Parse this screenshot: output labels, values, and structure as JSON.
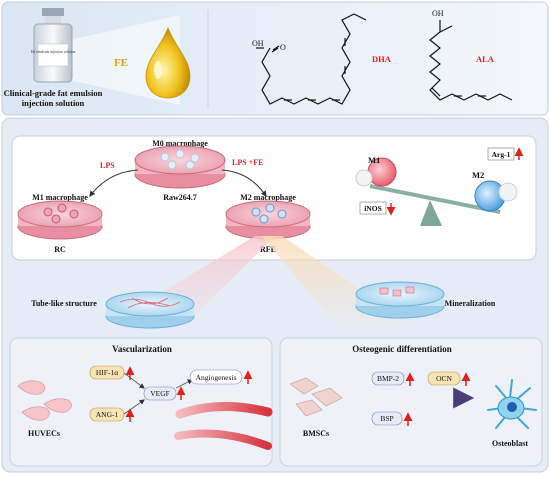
{
  "top_panel": {
    "vial_label": "Fat emulsion injection solution",
    "vial_caption_line1": "Clinical-grade fat emulsion",
    "vial_caption_line2": "injection solution",
    "drop_label": "FE",
    "dha_label": "DHA",
    "ala_label": "ALA",
    "oh_label": "OH",
    "o_label": "O"
  },
  "macrophage_panel": {
    "m0_label": "M0 macrophage",
    "m0_cell_line": "Raw264.7",
    "lps_label": "LPS",
    "lps_fe_label": "LPS +FE",
    "m1_label": "M1 macrophage",
    "m2_label": "M2 macrophage",
    "rc_label": "RC",
    "rfe_label": "RFE",
    "balance_m1": "M1",
    "balance_m2": "M2",
    "inos_label": "iNOS",
    "arg1_label": "Arg-1"
  },
  "middle": {
    "tube_label": "Tube-like structure",
    "mineral_label": "Mineralization"
  },
  "vasc_panel": {
    "title": "Vascularization",
    "cells_label": "HUVECs",
    "hif_label": "HIF-1α",
    "ang_label": "ANG-1",
    "vegf_label": "VEGF",
    "angio_label": "Angiogenesis"
  },
  "osteo_panel": {
    "title": "Osteogenic differentiation",
    "cells_label": "BMSCs",
    "bmp_label": "BMP-2",
    "bsp_label": "BSP",
    "ocn_label": "OCN",
    "result_label": "Osteoblast"
  },
  "colors": {
    "up_arrow": "#e0201b",
    "down_arrow": "#e0201b",
    "lps_text": "#d8262a",
    "fe_text": "#d4a017",
    "panel_bg": "#eef2f8"
  }
}
